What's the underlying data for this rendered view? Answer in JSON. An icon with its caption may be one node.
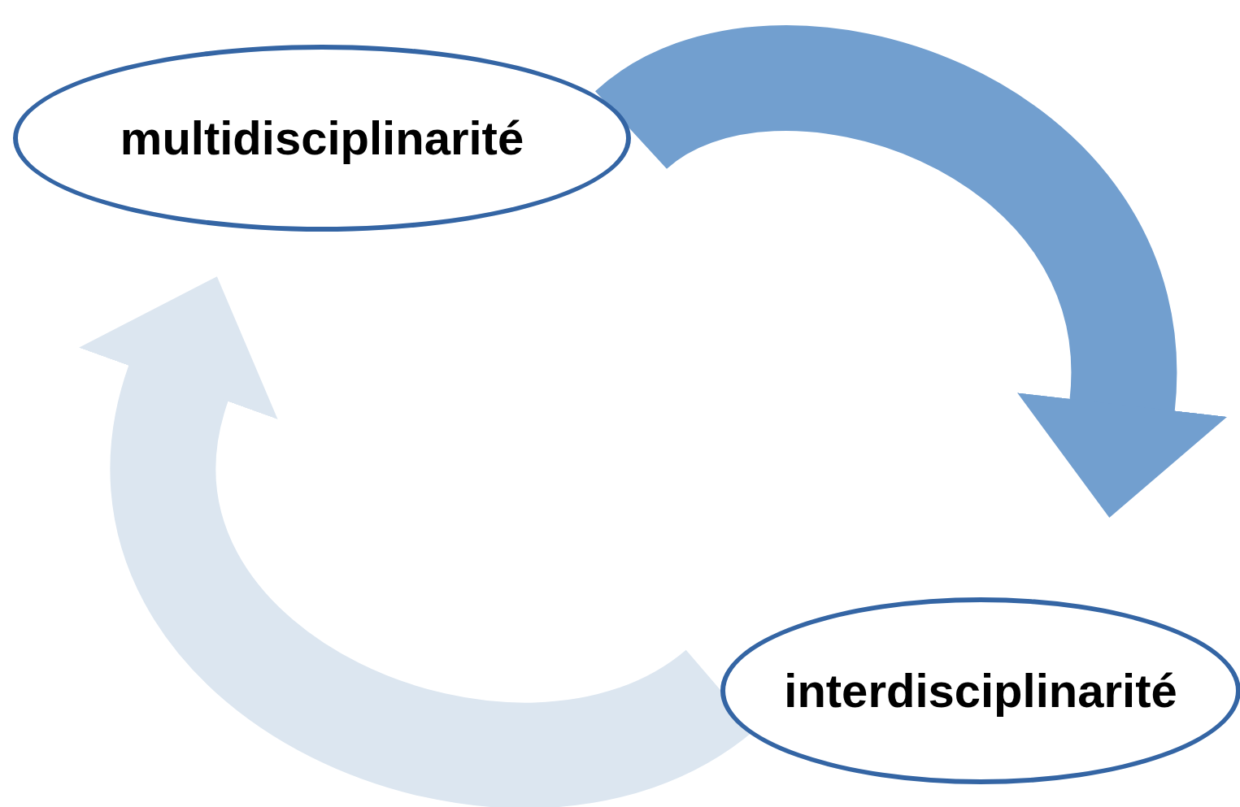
{
  "diagram": {
    "nodes": [
      {
        "text": [
          "multidisciplinarité"
        ]
      },
      {
        "text": [
          "interdisciplinarité"
        ]
      }
    ],
    "edges": [
      {
        "from": 0,
        "to": 1,
        "arrow": "to",
        "color": "#729fcf"
      },
      {
        "from": 1,
        "to": 0,
        "arrow": "to",
        "color": "#dce6f0"
      }
    ]
  }
}
